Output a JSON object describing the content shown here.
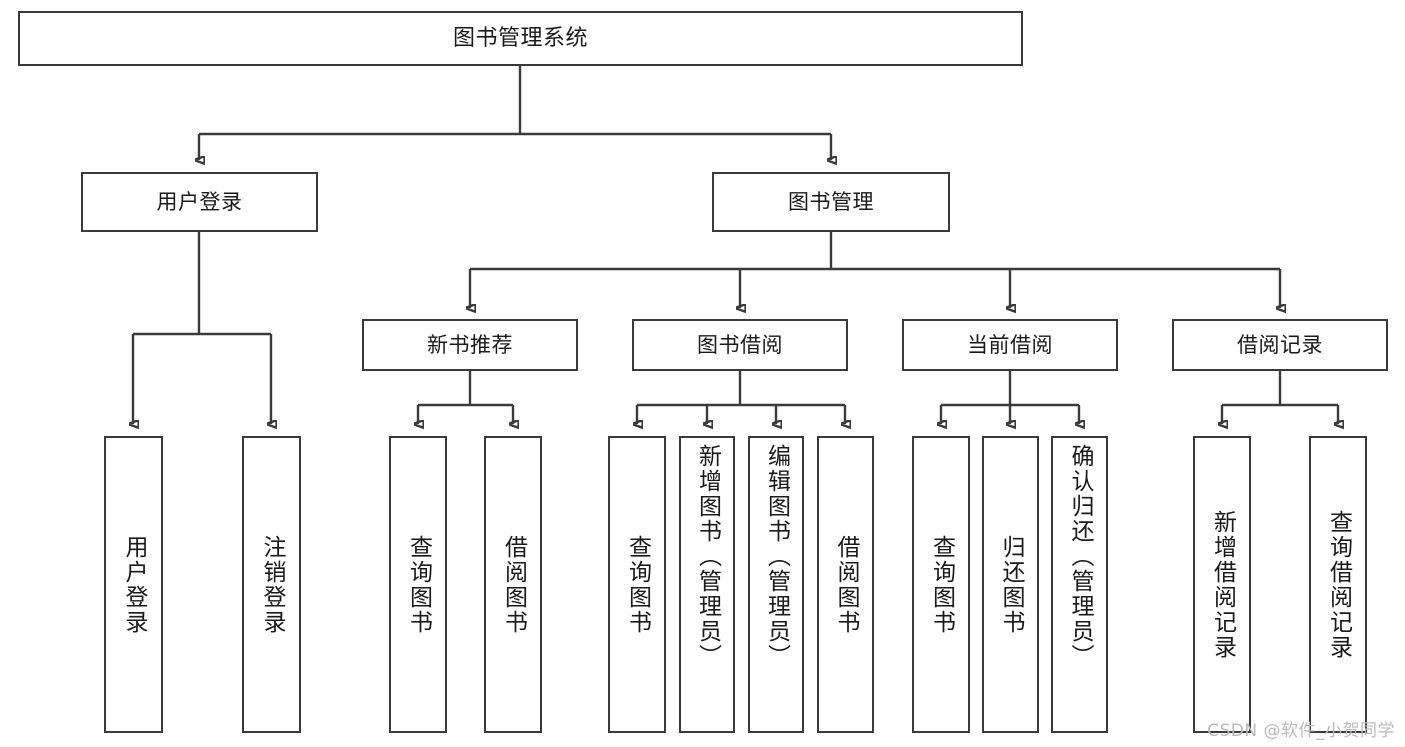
{
  "diagram": {
    "title": "图书管理系统",
    "type": "tree",
    "root": {
      "label": "图书管理系统"
    },
    "level1": [
      {
        "id": "user-login",
        "label": "用户登录"
      },
      {
        "id": "book-management",
        "label": "图书管理"
      }
    ],
    "level2": [
      {
        "id": "new-book-recommend",
        "label": "新书推荐",
        "parent": "book-management"
      },
      {
        "id": "book-borrow",
        "label": "图书借阅",
        "parent": "book-management"
      },
      {
        "id": "current-borrow",
        "label": "当前借阅",
        "parent": "book-management"
      },
      {
        "id": "borrow-record",
        "label": "借阅记录",
        "parent": "book-management"
      }
    ],
    "leaves": [
      {
        "id": "leaf-user-login",
        "label": "用户登录",
        "parent": "user-login"
      },
      {
        "id": "leaf-user-logout",
        "label": "注销登录",
        "parent": "user-login"
      },
      {
        "id": "leaf-query-book-1",
        "label": "查询图书",
        "parent": "new-book-recommend"
      },
      {
        "id": "leaf-borrow-book-1",
        "label": "借阅图书",
        "parent": "new-book-recommend"
      },
      {
        "id": "leaf-query-book-2",
        "label": "查询图书",
        "parent": "book-borrow"
      },
      {
        "id": "leaf-add-book",
        "label": "新增图书（管理员）",
        "parent": "book-borrow"
      },
      {
        "id": "leaf-edit-book",
        "label": "编辑图书（管理员）",
        "parent": "book-borrow"
      },
      {
        "id": "leaf-borrow-book-2",
        "label": "借阅图书",
        "parent": "book-borrow"
      },
      {
        "id": "leaf-query-book-3",
        "label": "查询图书",
        "parent": "current-borrow"
      },
      {
        "id": "leaf-return-book",
        "label": "归还图书",
        "parent": "current-borrow"
      },
      {
        "id": "leaf-confirm-return",
        "label": "确认归还（管理员）",
        "parent": "current-borrow"
      },
      {
        "id": "leaf-add-record",
        "label": "新增借阅记录",
        "parent": "borrow-record"
      },
      {
        "id": "leaf-query-record",
        "label": "查询借阅记录",
        "parent": "borrow-record"
      }
    ],
    "colors": {
      "stroke": "#3a3a3a",
      "background": "#ffffff",
      "text": "#1a1a1a",
      "watermark": "#b9b9b9"
    }
  },
  "watermark": {
    "text": "CSDN @软件_小贺同学"
  }
}
